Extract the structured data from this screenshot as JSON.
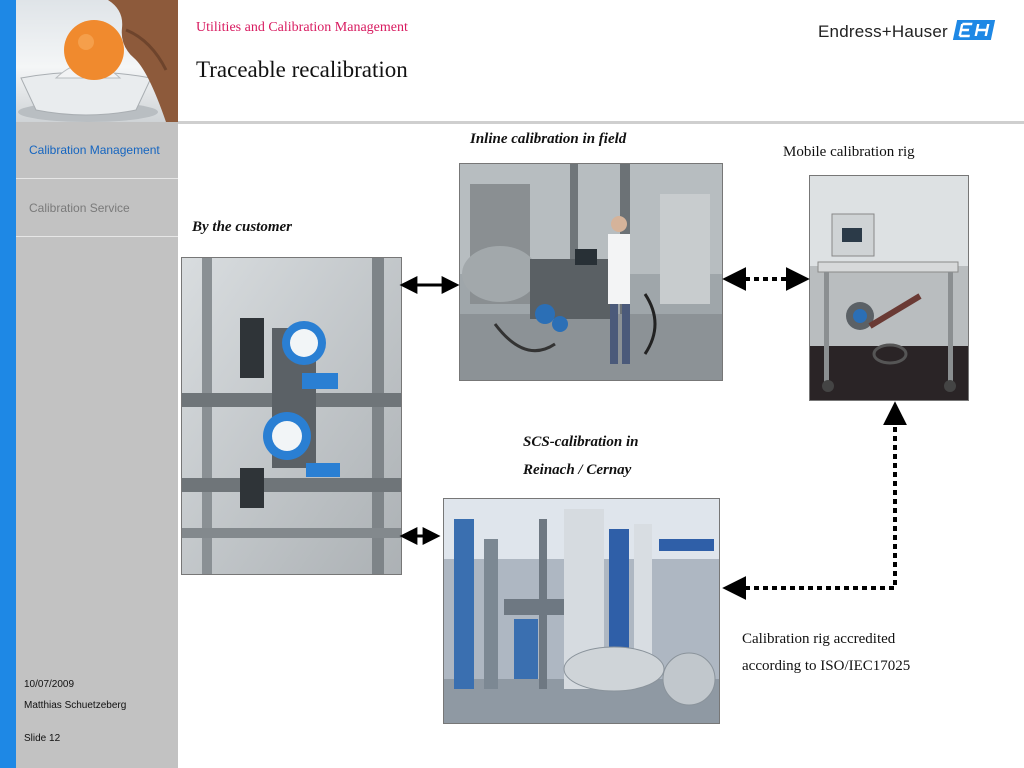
{
  "header": {
    "subtitle": "Utilities and Calibration Management",
    "title": "Traceable recalibration",
    "brand": "Endress+Hauser",
    "brand_logo_text": "E+H"
  },
  "sidebar": {
    "items": [
      {
        "label": "Calibration Management",
        "active": true
      },
      {
        "label": "Calibration Service",
        "active": false
      }
    ],
    "footer": {
      "date": "10/07/2009",
      "author": "Matthias Schuetzeberg",
      "slide": "Slide 12"
    }
  },
  "diagram": {
    "labels": {
      "inline": "Inline calibration in field",
      "customer": "By the customer",
      "mobile": "Mobile calibration rig",
      "scs_line1": "SCS-calibration in",
      "scs_line2": "Reinach / Cernay",
      "accredited_line1": "Calibration rig accredited",
      "accredited_line2": "according to ISO/IEC17025"
    }
  },
  "colors": {
    "accent_blue": "#1e88e5",
    "nav_active": "#1565c0",
    "subtitle_pink": "#d81b60",
    "sidebar_gray": "#c2c2c2"
  }
}
